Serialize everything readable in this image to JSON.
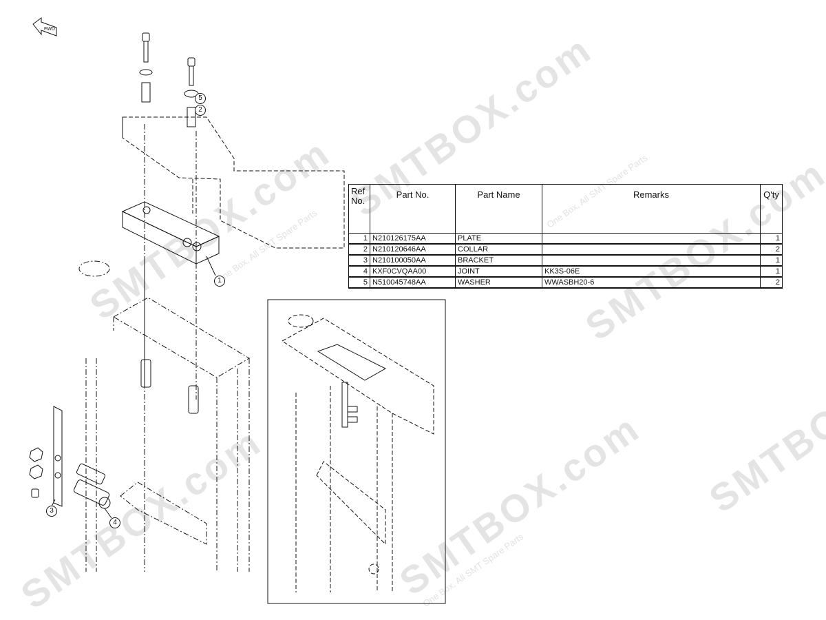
{
  "watermark": {
    "brand": "SMTBOX.com",
    "tagline": "One Box, All SMT Spare Parts"
  },
  "direction_icon": {
    "name": "fwd-arrow-icon",
    "label": "FWD"
  },
  "callouts": [
    "1",
    "2",
    "3",
    "4",
    "5"
  ],
  "parts_table": {
    "headers": {
      "ref": "Ref No.",
      "part_no": "Part No.",
      "part_name": "Part Name",
      "remarks": "Remarks",
      "qty": "Q'ty"
    },
    "rows": [
      {
        "ref": "1",
        "part_no": "N210126175AA",
        "part_name": "PLATE",
        "remarks": "",
        "qty": "1"
      },
      {
        "ref": "2",
        "part_no": "N210120646AA",
        "part_name": "COLLAR",
        "remarks": "",
        "qty": "2"
      },
      {
        "ref": "3",
        "part_no": "N210100050AA",
        "part_name": "BRACKET",
        "remarks": "",
        "qty": "1"
      },
      {
        "ref": "4",
        "part_no": "KXF0CVQAA00",
        "part_name": "JOINT",
        "remarks": "KK3S-06E",
        "qty": "1"
      },
      {
        "ref": "5",
        "part_no": "N510045748AA",
        "part_name": "WASHER",
        "remarks": "WWASBH20-6",
        "qty": "2"
      }
    ]
  }
}
